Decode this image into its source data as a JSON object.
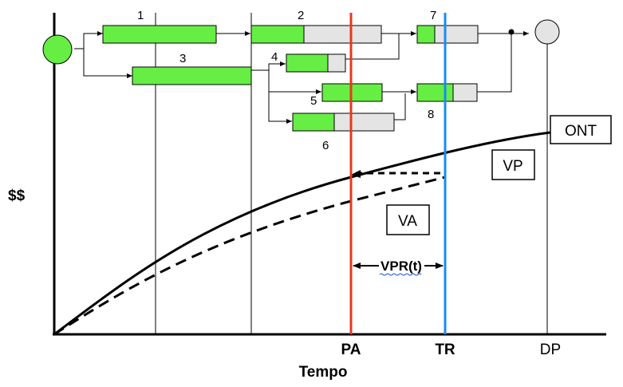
{
  "axes": {
    "y_label": "$$",
    "x_label": "Tempo"
  },
  "markers": {
    "pa": {
      "label": "PA",
      "color": "#e8381e"
    },
    "tr": {
      "label": "TR",
      "color": "#1a8cf0"
    },
    "dp": {
      "label": "DP",
      "color": "#000000"
    }
  },
  "tasks": [
    {
      "id": "1",
      "label": "1"
    },
    {
      "id": "2",
      "label": "2"
    },
    {
      "id": "3",
      "label": "3"
    },
    {
      "id": "4",
      "label": "4"
    },
    {
      "id": "5",
      "label": "5"
    },
    {
      "id": "6",
      "label": "6"
    },
    {
      "id": "7",
      "label": "7"
    },
    {
      "id": "8",
      "label": "8"
    }
  ],
  "curves": {
    "ont": {
      "label": "ONT"
    },
    "vp": {
      "label": "VP"
    },
    "va": {
      "label": "VA"
    }
  },
  "annotation": {
    "vpr": "VPR(t)"
  },
  "colors": {
    "progress": "#66ee44",
    "remaining": "#e4e4e4",
    "start_node": "#66ee44",
    "end_node": "#e4e4e4"
  }
}
